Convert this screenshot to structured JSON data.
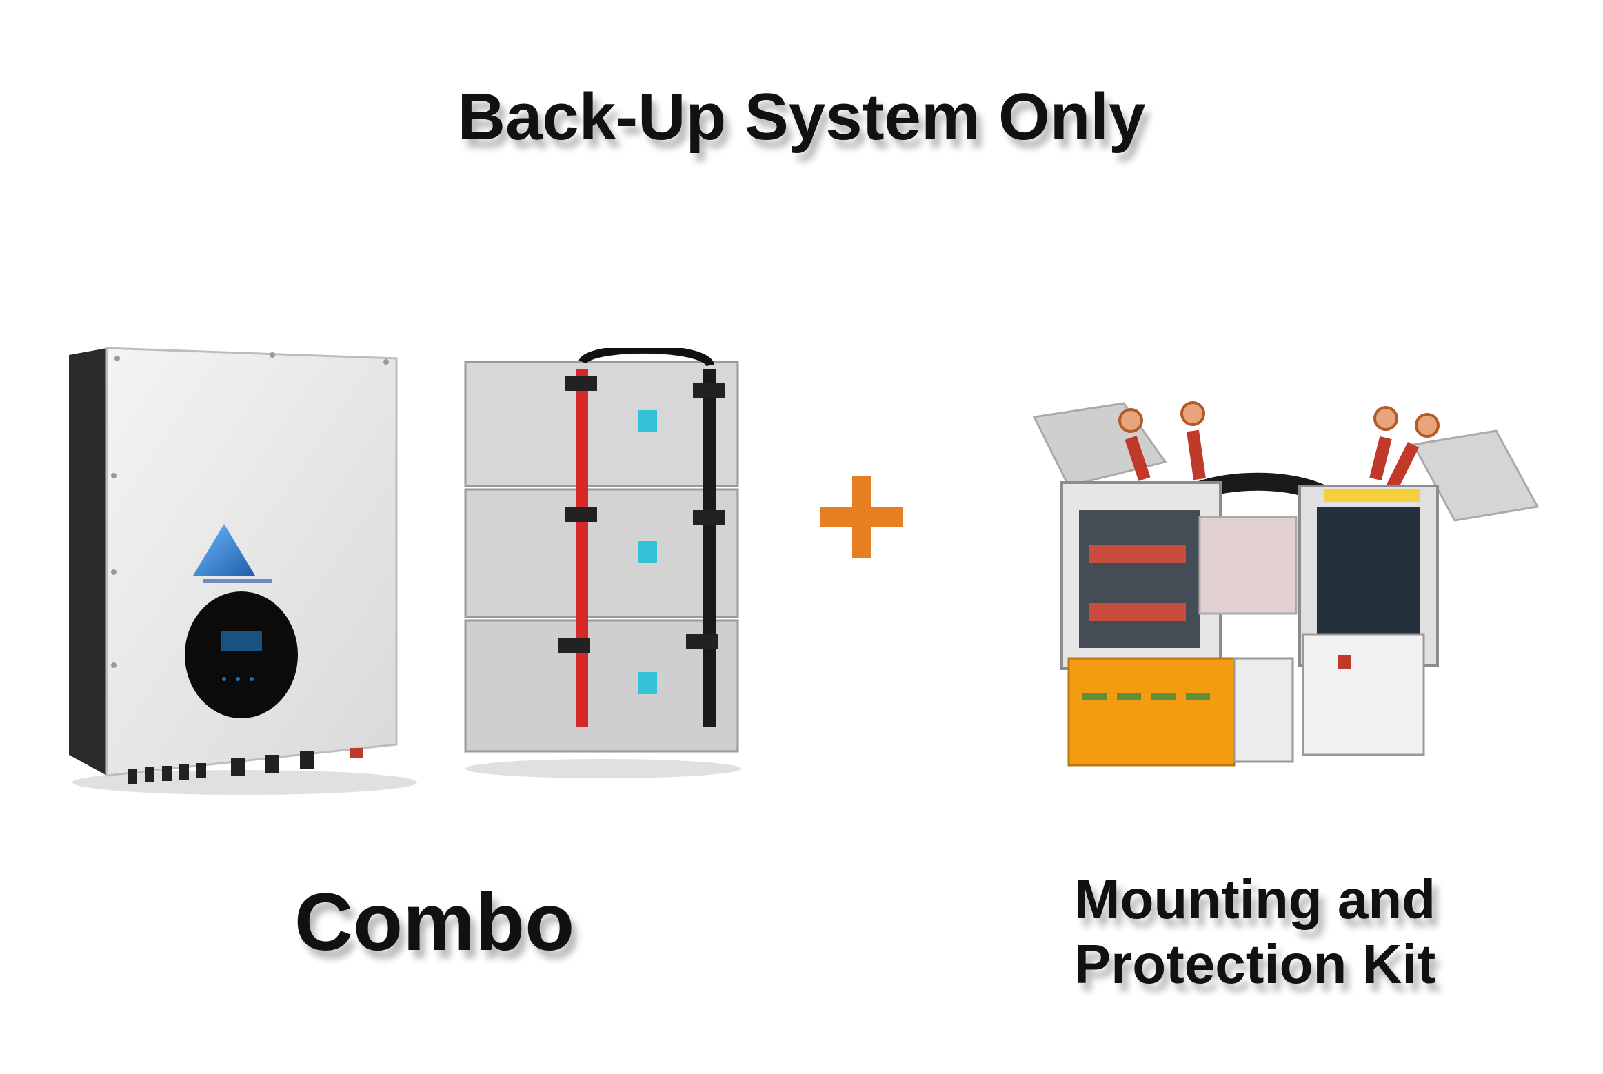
{
  "title": "Back-Up System Only",
  "left_caption": "Combo",
  "right_caption_line1": "Mounting and",
  "right_caption_line2": "Protection Kit",
  "plus_icon": "plus-icon",
  "accent_color": "#e67e22"
}
